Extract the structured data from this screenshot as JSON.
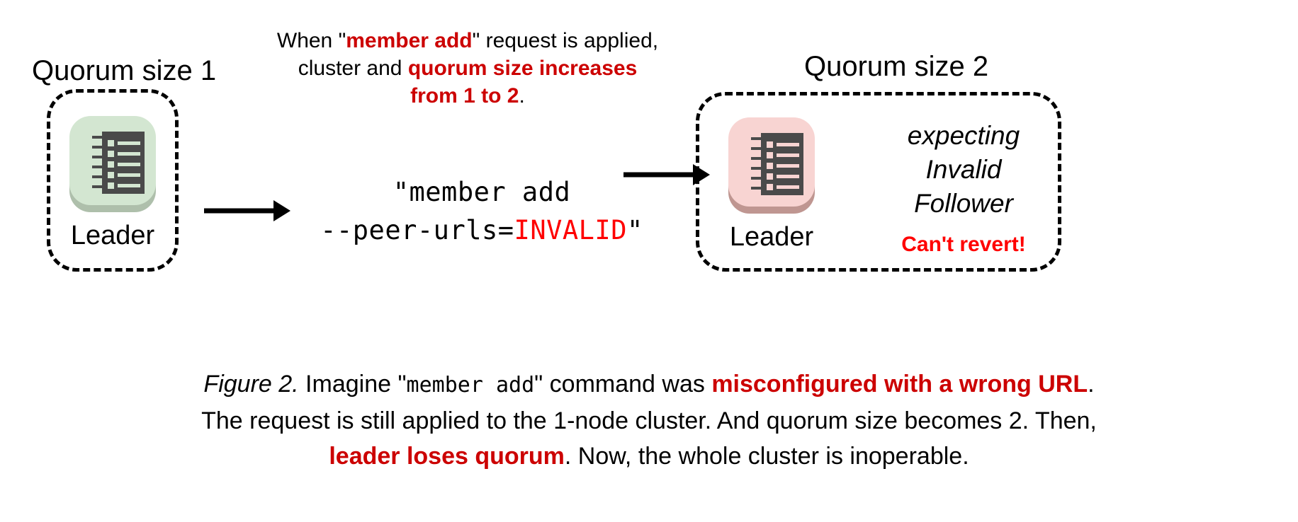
{
  "left_cluster": {
    "title": "Quorum size 1",
    "node_label": "Leader",
    "icon_name": "ledger-icon",
    "icon_color": "#d3e6d1"
  },
  "right_cluster": {
    "title": "Quorum size 2",
    "node_label": "Leader",
    "icon_name": "ledger-icon",
    "icon_color": "#f8d4d2",
    "status_line_1": "expecting",
    "status_line_2": "Invalid",
    "status_line_3": "Follower",
    "warning": "Can't revert!"
  },
  "annotation": {
    "line1_a": "When \"",
    "line1_hl": "member add",
    "line1_b": "\" request is applied,",
    "line2_a": "cluster and ",
    "line2_hl": "quorum size increases",
    "line3_hl": "from 1 to 2",
    "line3_b": "."
  },
  "command": {
    "line1": "\"member add",
    "line2_a": "--peer-urls=",
    "line2_red": "INVALID",
    "line2_b": "\""
  },
  "caption": {
    "line1_fig": "Figure 2.",
    "line1_a": " Imagine \"",
    "line1_mono": "member add",
    "line1_b": "\" command was ",
    "line1_hl": "misconfigured with a wrong URL",
    "line1_c": ".",
    "line2": "The request is still applied to the 1-node cluster. And quorum size becomes 2. Then,",
    "line3_hl": "leader loses quorum",
    "line3_b": ". Now, the whole cluster is inoperable."
  },
  "colors": {
    "highlight_red": "#cc0000",
    "pure_red": "#ff0000",
    "green_tile": "#d3e6d1",
    "pink_tile": "#f8d4d2",
    "icon_dark": "#4a4a4a"
  }
}
